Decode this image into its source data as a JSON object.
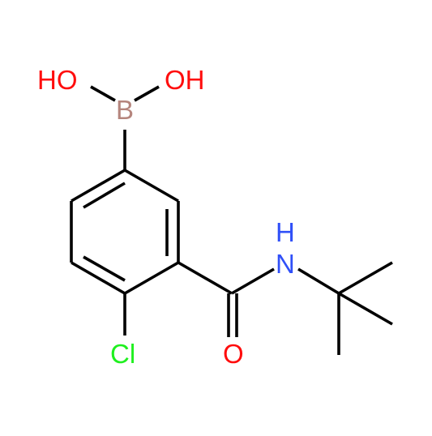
{
  "molecule": {
    "atoms": {
      "oh_left": {
        "label": "HO",
        "color": "#ff0d0d"
      },
      "oh_right": {
        "label": "OH",
        "color": "#ff0d0d"
      },
      "boron": {
        "label": "B",
        "color": "#b5857d"
      },
      "nitrogen": {
        "label": "H",
        "label2": "N",
        "color": "#3050f8"
      },
      "oxygen": {
        "label": "O",
        "color": "#ff0d0d"
      },
      "chlorine": {
        "label": "Cl",
        "color": "#1ff01f"
      }
    },
    "bond_color": "#000000"
  }
}
